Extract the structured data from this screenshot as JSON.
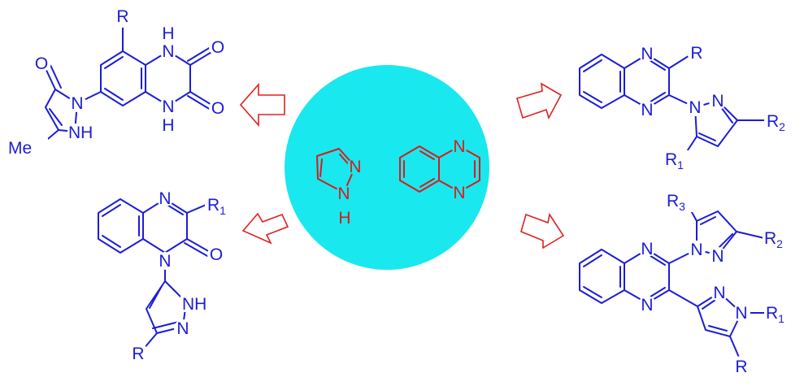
{
  "colors": {
    "structure": "#1c1cd6",
    "core": "#d61c1c",
    "circle": "#19e8ef",
    "arrow_outline": "#e02020",
    "background": "#ffffff"
  },
  "center": {
    "pyrazole": {
      "n_top": "N",
      "nh_n": "N",
      "nh_h": "H"
    },
    "quinoxaline": {
      "n_top": "N",
      "n_bottom": "N"
    }
  },
  "top_left": {
    "r": "R",
    "nh_top": "H",
    "n_top": "N",
    "nh_bottom": "H",
    "n_bottom": "N",
    "o1": "O",
    "o2": "O",
    "o_lactam": "O",
    "n_ring": "N",
    "nh_ring": "NH",
    "me": "Me"
  },
  "bottom_left": {
    "n_top": "N",
    "r1": "R",
    "r1_sub": "1",
    "n_amide": "N",
    "o": "O",
    "nh": "NH",
    "n": "N",
    "r": "R"
  },
  "top_right": {
    "n_top": "N",
    "n_bottom": "N",
    "r": "R",
    "n_pz1": "N",
    "n_pz2": "N",
    "r2": "R",
    "r2_sub": "2",
    "r1": "R",
    "r1_sub": "1"
  },
  "bottom_right": {
    "n_top": "N",
    "n_bottom": "N",
    "r3": "R",
    "r3_sub": "3",
    "n_a1": "N",
    "n_a2": "N",
    "r2": "R",
    "r2_sub": "2",
    "n_b1": "N",
    "n_b2": "N",
    "r1": "R",
    "r1_sub": "1",
    "r": "R"
  }
}
